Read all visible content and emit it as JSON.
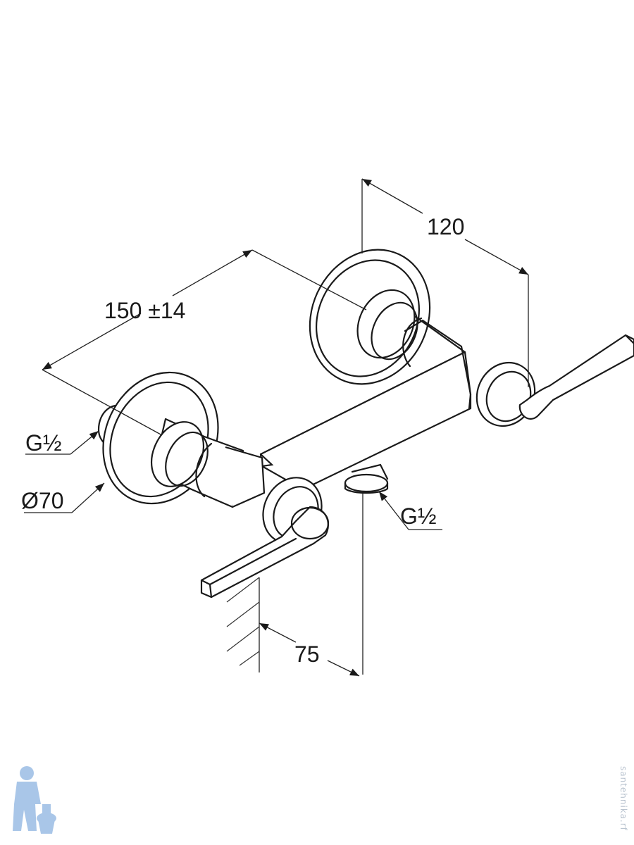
{
  "diagram": {
    "dimensions": {
      "width_between_outlets": "150 ±14",
      "depth_to_outlet": "120",
      "wall_offset": "75",
      "connection_left": "G½",
      "connection_bottom": "G½",
      "escutcheon_diameter": "Ø70"
    },
    "watermark": "santehnika.rf",
    "colors": {
      "line": "#1a1a1a",
      "logo": "#a9c6e8"
    }
  }
}
